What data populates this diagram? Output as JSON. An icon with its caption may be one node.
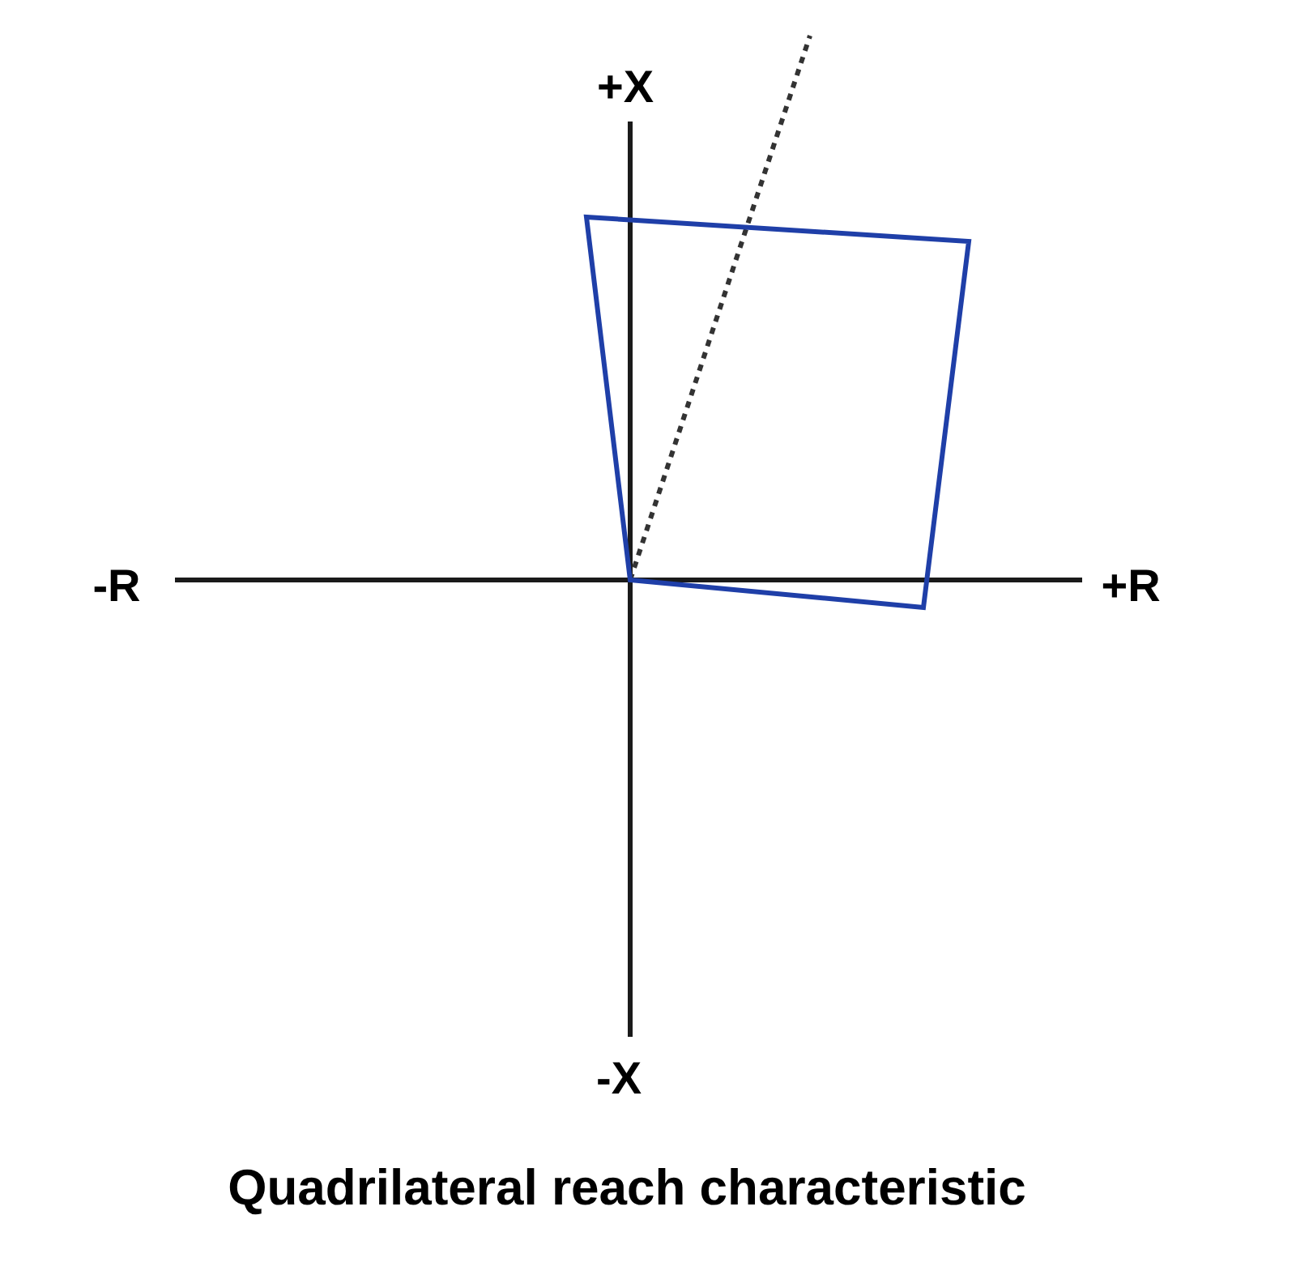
{
  "diagram": {
    "caption": "Quadrilateral reach characteristic",
    "labels": [
      "+X",
      "-R",
      "+R",
      "-X"
    ]
  }
}
